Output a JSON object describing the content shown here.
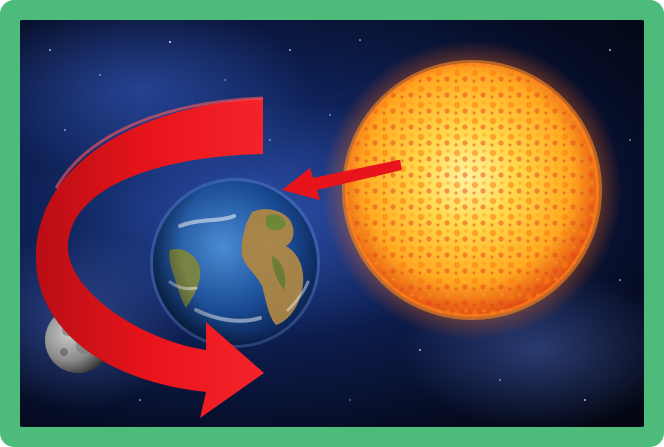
{
  "image": {
    "subjects": [
      "sun",
      "earth",
      "moon"
    ],
    "overlays": [
      "curved-orbit-arrow",
      "sunlight-arrow"
    ],
    "colors": {
      "frame": "#4dbb7a",
      "space": "#0d1f52",
      "arrow": "#e8141b",
      "sun_core": "#ffd84a",
      "sun_edge": "#e04a12",
      "earth_ocean": "#1b4f9c",
      "earth_land": "#a9864a",
      "moon": "#8a8a8a"
    }
  }
}
